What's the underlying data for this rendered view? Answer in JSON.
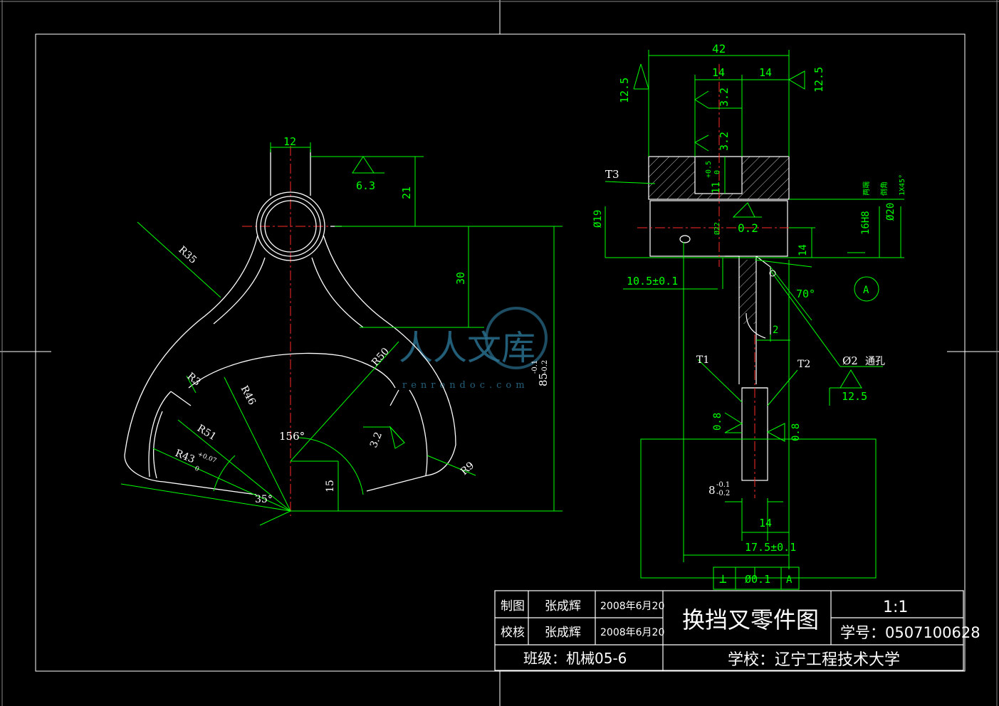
{
  "title_block": {
    "drawn_label": "制图",
    "drawn_name": "张成辉",
    "drawn_date": "2008年6月20",
    "checked_label": "校核",
    "checked_name": "张成辉",
    "checked_date": "2008年6月20",
    "class_text": "班级：机械05-6",
    "drawing_title": "换挡叉零件图",
    "scale": "1:1",
    "student_id": "学号：0507100628",
    "school": "学校：辽宁工程技术大学"
  },
  "front_view": {
    "dims": {
      "width_12": "12",
      "height_21": "21",
      "rough_6_3": "6.3",
      "r35": "R35",
      "d30": "30",
      "r50": "R50",
      "d85": "85",
      "d85_tol_upper": "-0.1",
      "d85_tol_lower": "-0.2",
      "r3": "R3",
      "r46": "R46",
      "r51": "R51",
      "r43": "R43",
      "r43_tol_upper": "+0.07",
      "r43_tol_lower": "0",
      "angle_156": "156°",
      "rough_3_2": "3.2",
      "d15": "15",
      "r9": "R9",
      "angle_35": "35°"
    }
  },
  "side_view": {
    "dims": {
      "d42": "42",
      "d14_left": "14",
      "d14_right": "14",
      "rough_12_5_left": "12.5",
      "rough_12_5_right": "12.5",
      "rough_3_2_top": "3.2",
      "rough_3_2_mid": "3.2",
      "t3": "T3",
      "d11": "11",
      "d11_tol_upper": "+0.5",
      "d11_tol_lower": "0",
      "chamfer_note_1": "两端",
      "chamfer_note_2": "倒角",
      "chamfer": "1X45°",
      "dia19": "Ø19",
      "dia22": "Ø22",
      "tol_0_2": "0.2",
      "h16": "16H8",
      "dia20": "Ø20",
      "d14_mid": "14",
      "d10_5": "10.5±0.1",
      "angle_70": "70°",
      "datum_a": "A",
      "d2": "2",
      "hole_d2": "Ø2",
      "hole_note": "通孔",
      "rough_12_5_hole": "12.5",
      "t1": "T1",
      "t2": "T2",
      "rough_0_8_left": "0.8",
      "rough_0_8_right": "0.8",
      "d8": "8",
      "d8_tol_upper": "-0.1",
      "d8_tol_lower": "-0.2",
      "d14_bottom": "14",
      "d17_5": "17.5±0.1",
      "gdt_symbol": "⊥",
      "gdt_tol": "Ø0.1",
      "gdt_datum": "A"
    }
  },
  "watermark": {
    "text": "人人文库",
    "url": "renrendoc.com"
  }
}
